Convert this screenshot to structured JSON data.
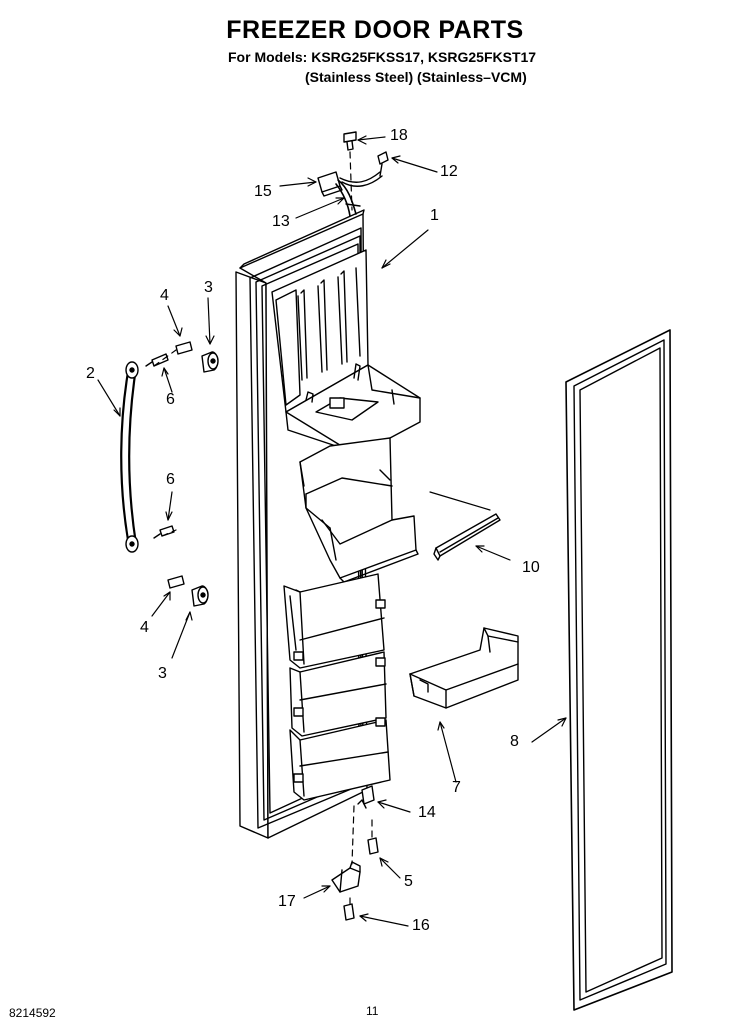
{
  "header": {
    "title": "FREEZER DOOR PARTS",
    "models_line": "For Models: KSRG25FKSS17, KSRG25FKST17",
    "finish_line": "(Stainless Steel)   (Stainless–VCM)"
  },
  "footer": {
    "doc_number": "8214592",
    "page_number": "11"
  },
  "callouts": {
    "c18": "18",
    "c12": "12",
    "c15": "15",
    "c13": "13",
    "c1": "1",
    "c4a": "4",
    "c3a": "3",
    "c2": "2",
    "c6a": "6",
    "c6b": "6",
    "c4b": "4",
    "c3b": "3",
    "c10": "10",
    "c8": "8",
    "c7": "7",
    "c14": "14",
    "c5": "5",
    "c17": "17",
    "c16": "16"
  }
}
